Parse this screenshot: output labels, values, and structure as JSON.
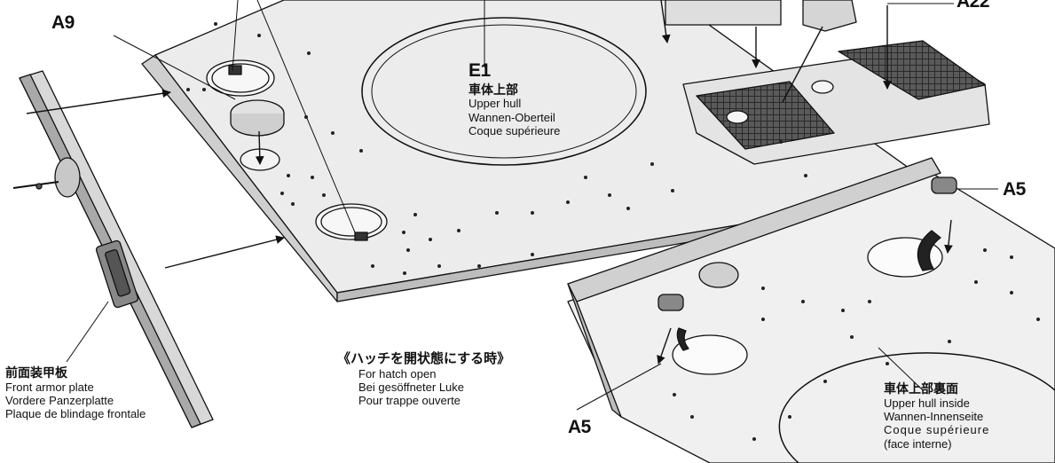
{
  "parts": {
    "a9": "A9",
    "a22": "A22",
    "a5_right": "A5",
    "a5_bottom": "A5",
    "e1": "E1"
  },
  "upper_hull": {
    "jp": "車体上部",
    "en": "Upper hull",
    "de": "Wannen-Oberteil",
    "fr": "Coque supérieure"
  },
  "front_plate": {
    "jp": "前面装甲板",
    "en": "Front armor plate",
    "de": "Vordere Panzerplatte",
    "fr": "Plaque de blindage frontale"
  },
  "hatch_open": {
    "jp": "《ハッチを開状態にする時》",
    "en": "For hatch open",
    "de": "Bei gesöffneter Luke",
    "fr": "Pour trappe ouverte"
  },
  "hull_inside": {
    "jp": "車体上部裏面",
    "en": "Upper hull inside",
    "de": "Wannen-Innenseite",
    "fr": "Coque supérieure",
    "fr2": "(face interne)"
  }
}
